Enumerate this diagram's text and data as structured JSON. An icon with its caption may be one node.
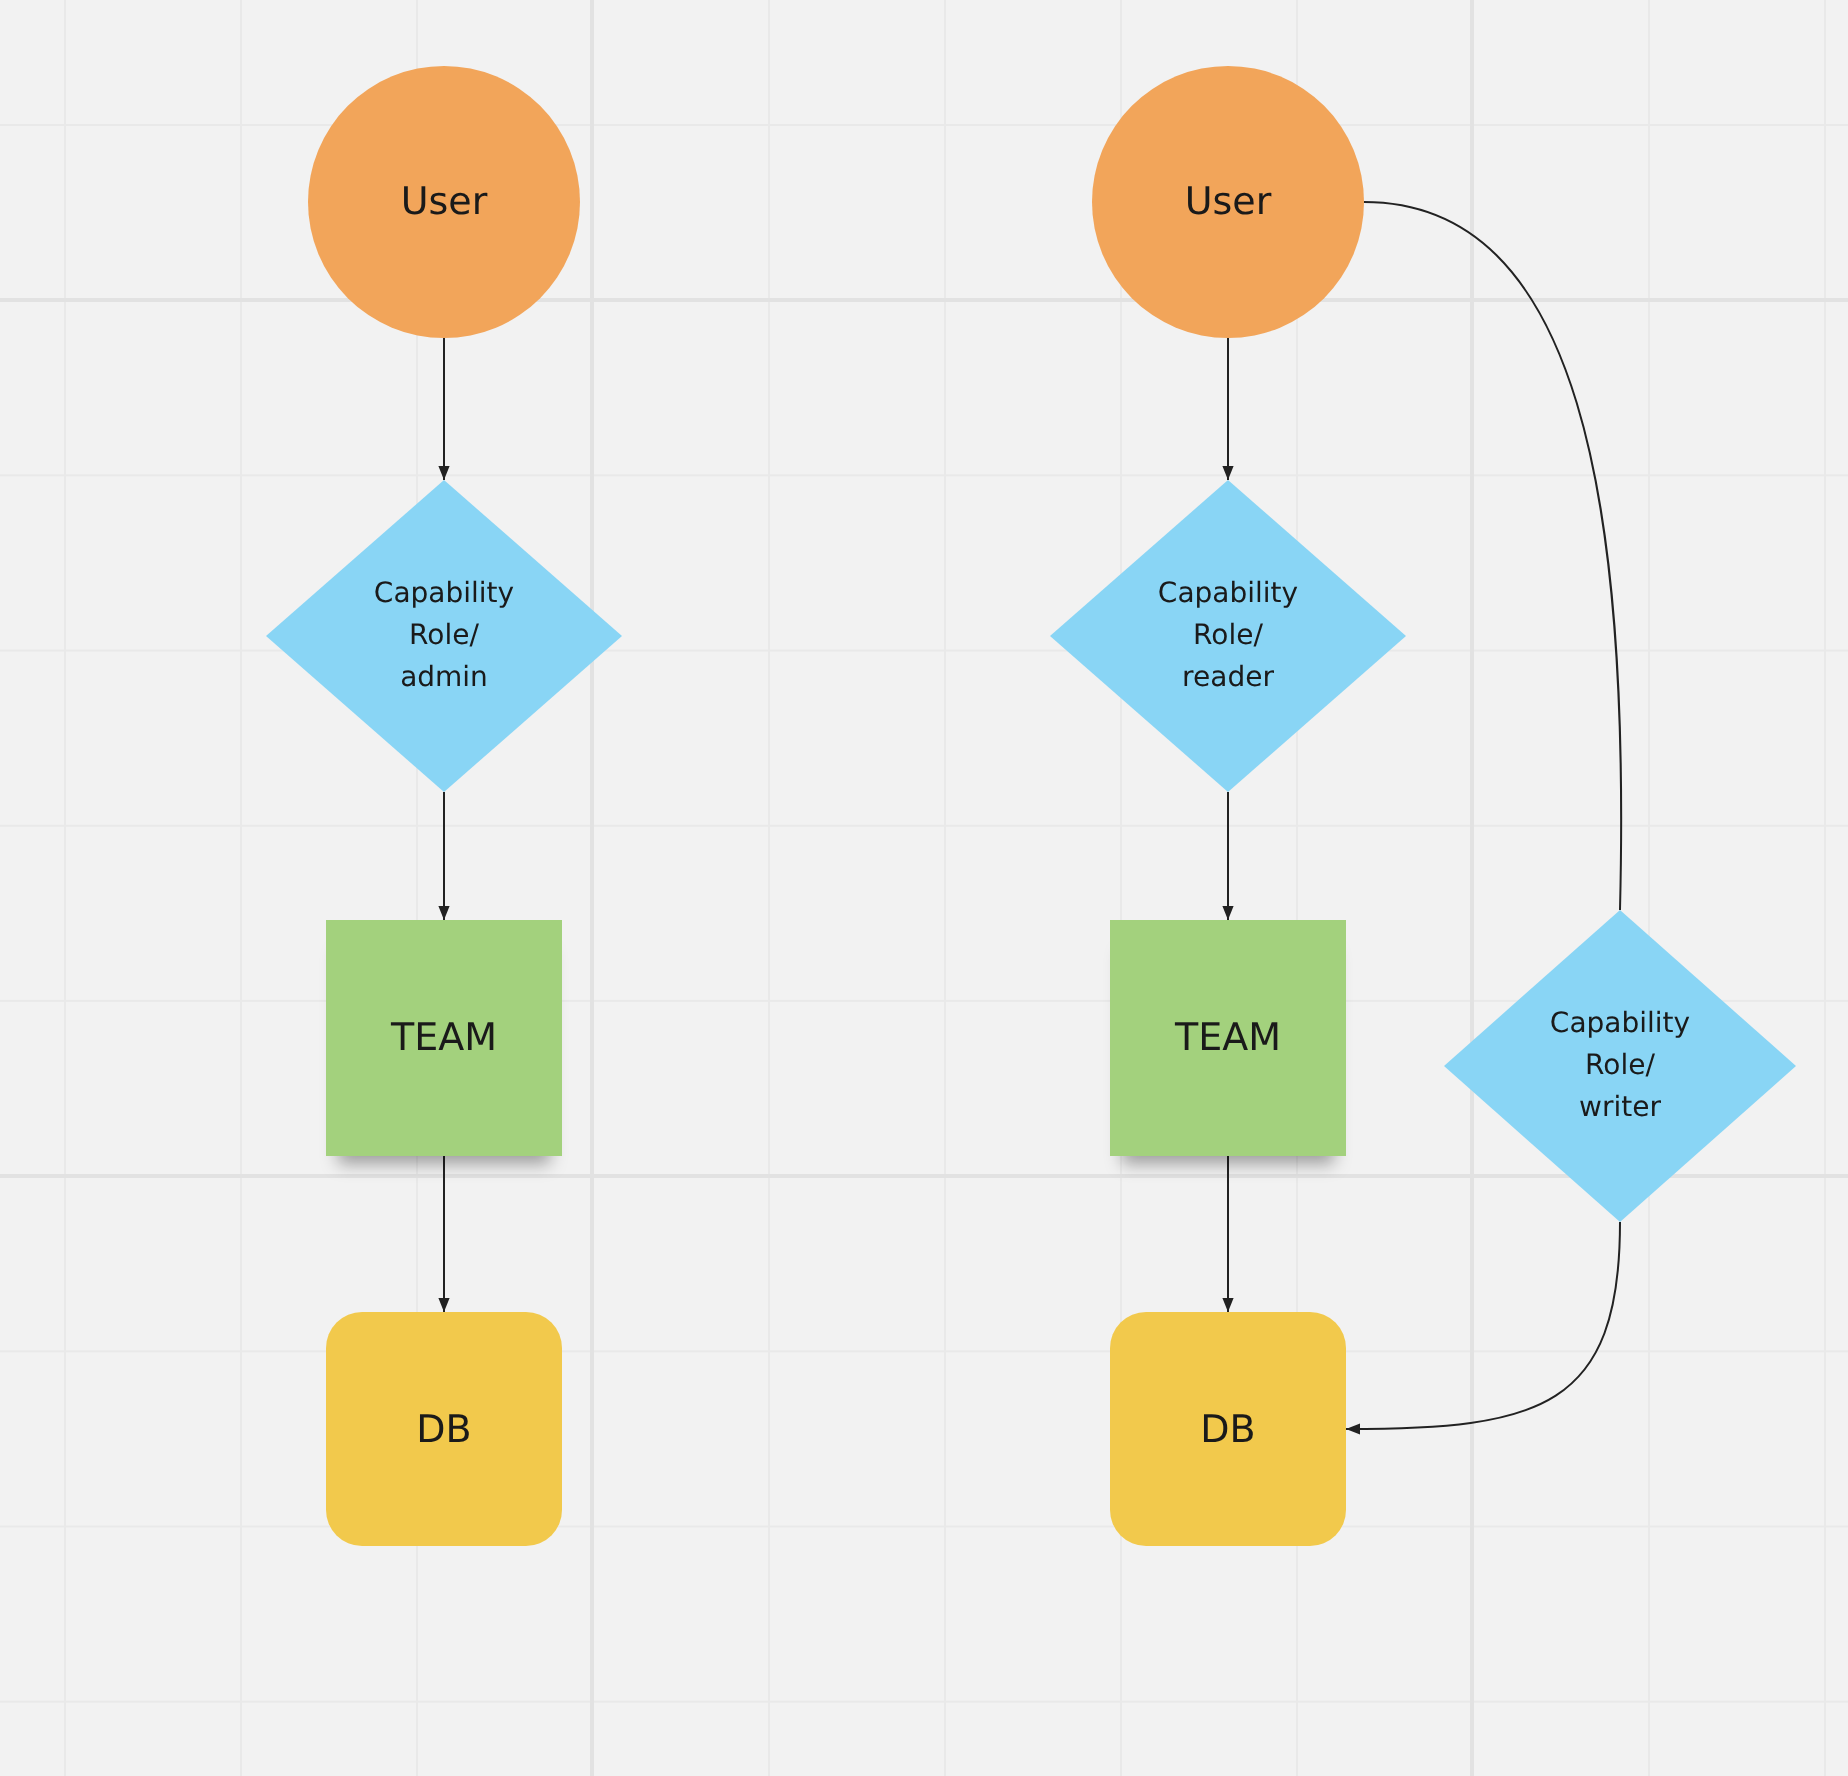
{
  "diagram": {
    "nodes": [
      {
        "text": [
          "User"
        ]
      },
      {
        "text": [
          "Capability Role/ admin"
        ]
      },
      {
        "text": [
          "TEAM"
        ]
      },
      {
        "text": [
          "DB"
        ]
      },
      {
        "text": [
          "User"
        ]
      },
      {
        "text": [
          "Capability Role/ reader"
        ]
      },
      {
        "text": [
          "TEAM"
        ]
      },
      {
        "text": [
          "Capability Role/ writer"
        ]
      },
      {
        "text": [
          "DB"
        ]
      }
    ],
    "edges": [
      {
        "from": 0,
        "to": 1,
        "arrow": "to"
      },
      {
        "from": 1,
        "to": 2,
        "arrow": "to"
      },
      {
        "from": 2,
        "to": 3,
        "arrow": "to"
      },
      {
        "from": 4,
        "to": 5,
        "arrow": "to"
      },
      {
        "from": 5,
        "to": 6,
        "arrow": "to"
      },
      {
        "from": 6,
        "to": 8,
        "arrow": "to"
      },
      {
        "from": 4,
        "to": 7,
        "arrow": "none"
      },
      {
        "from": 7,
        "to": 8,
        "arrow": "to"
      }
    ]
  }
}
